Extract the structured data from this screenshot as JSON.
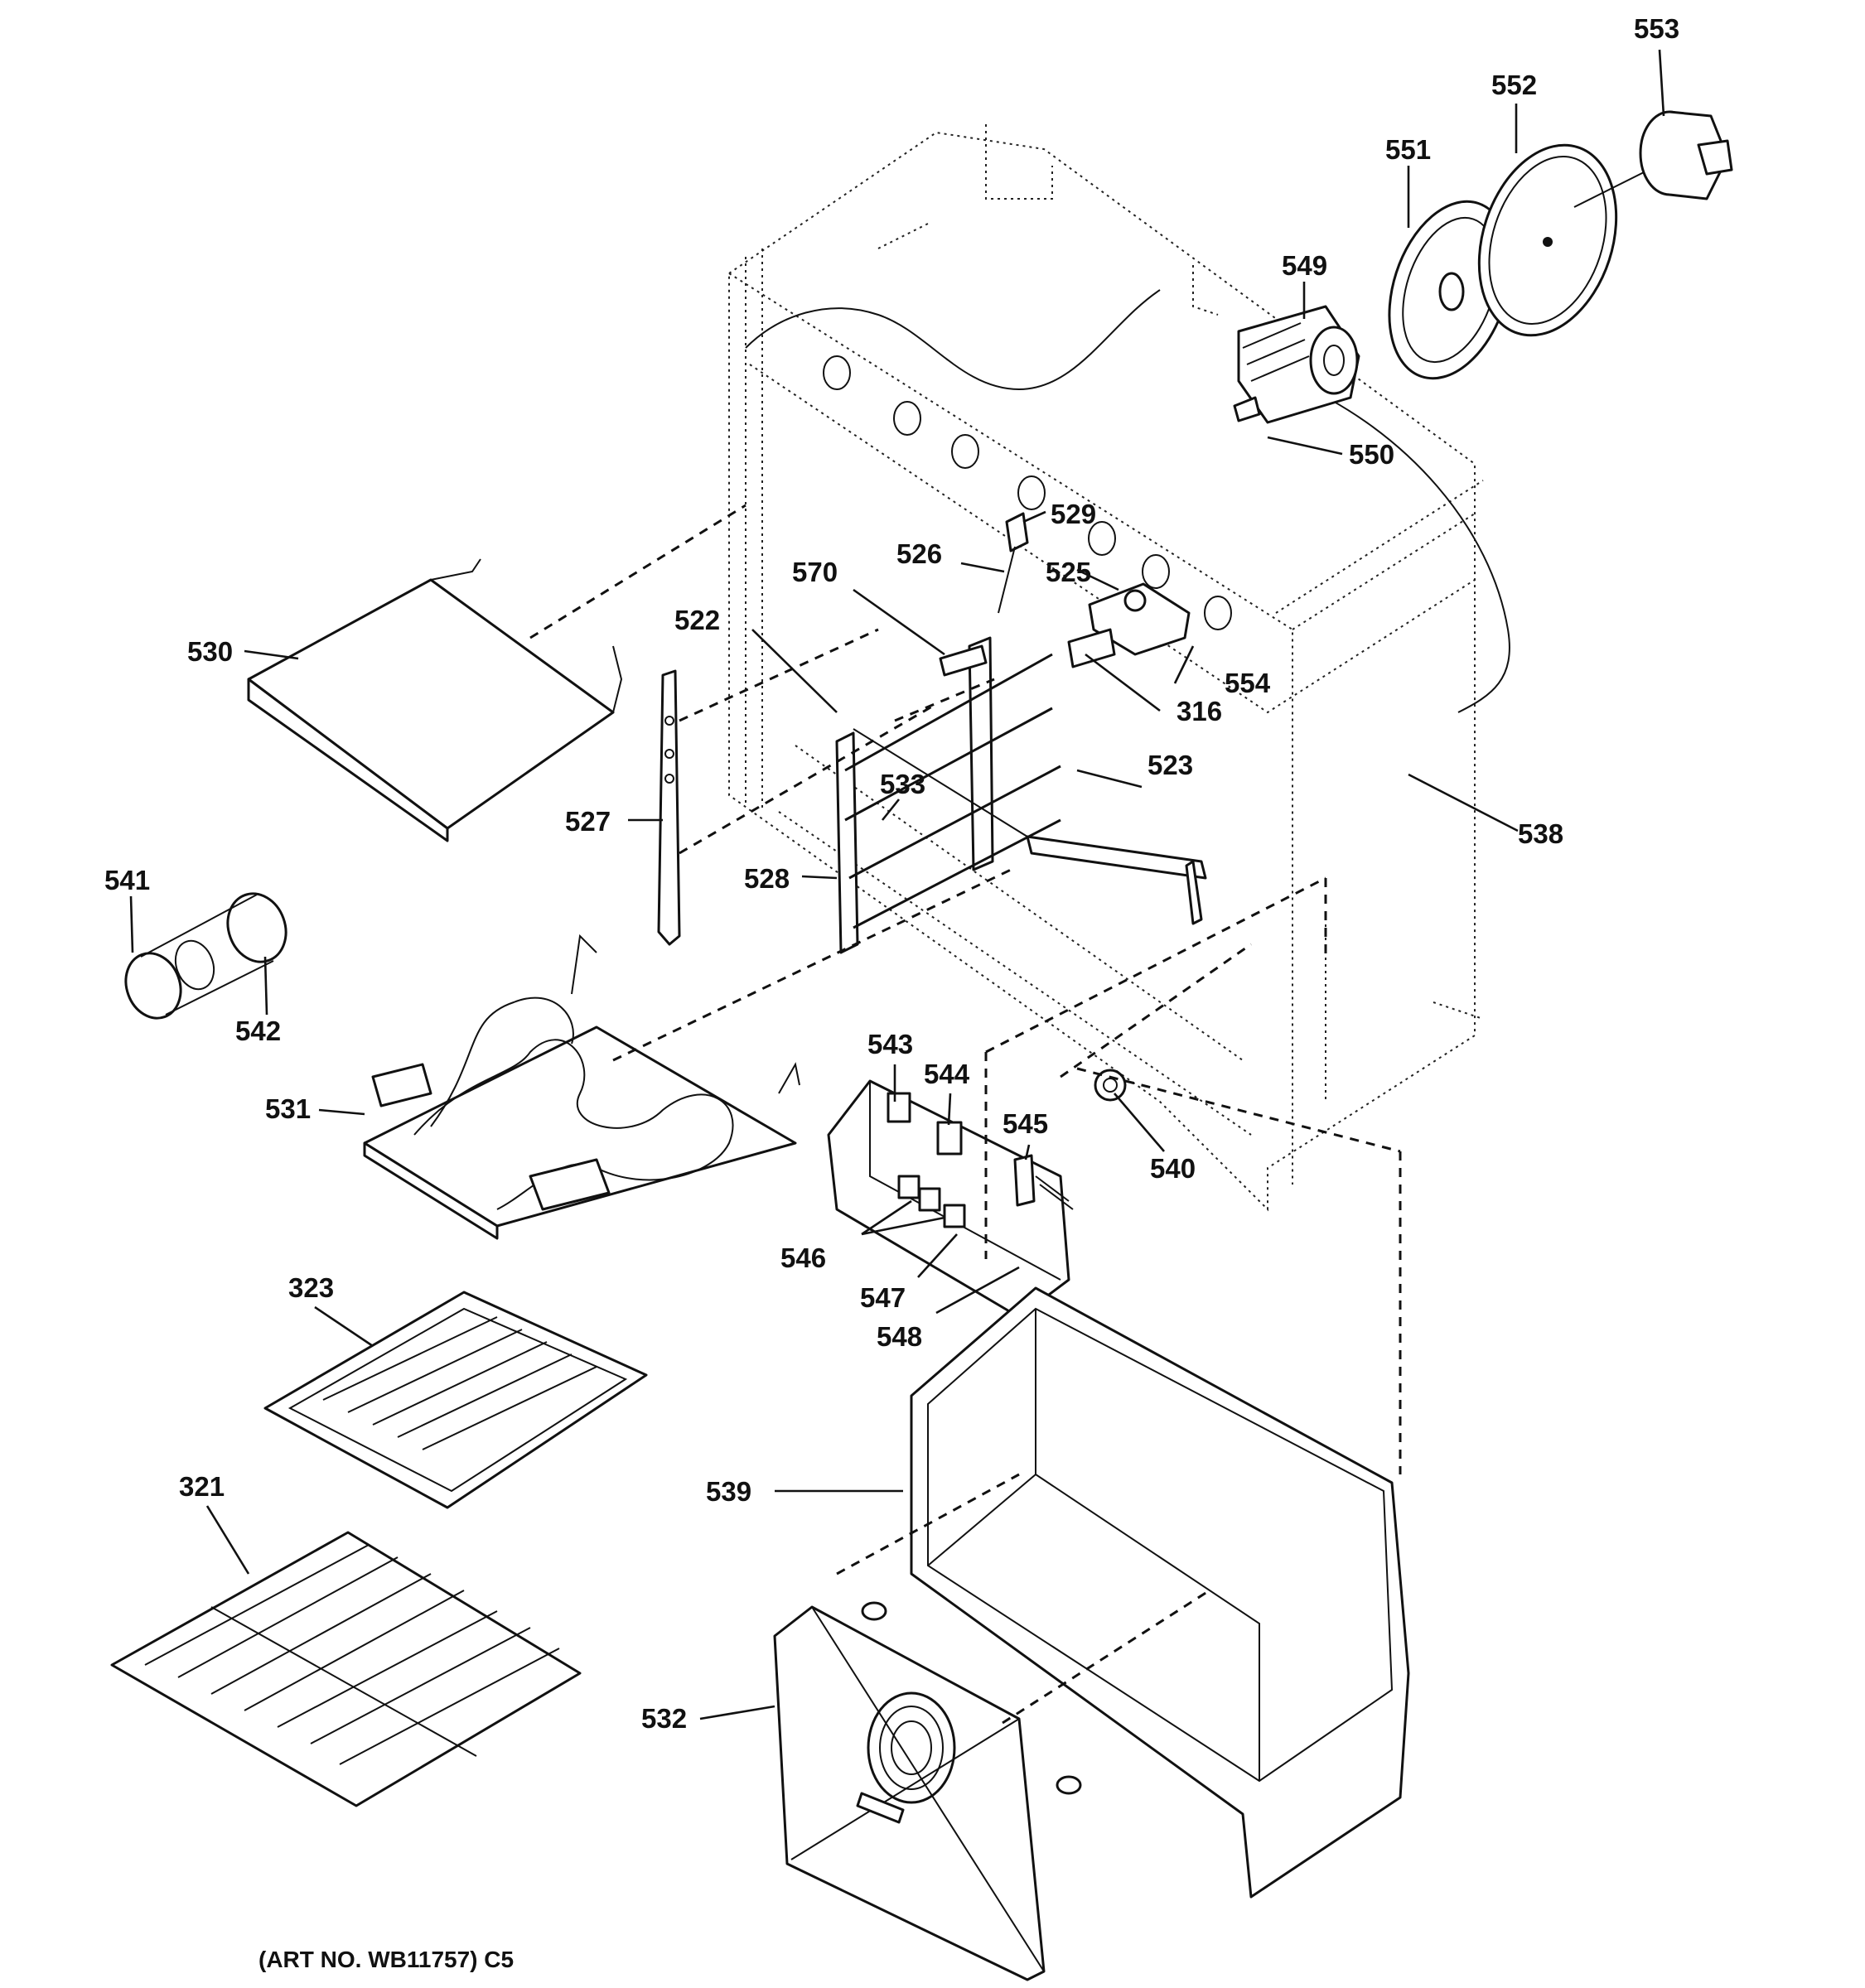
{
  "figure_note": "(ART NO. WB11757) C5",
  "callouts": [
    {
      "id": "c553",
      "label": "553"
    },
    {
      "id": "c552",
      "label": "552"
    },
    {
      "id": "c551",
      "label": "551"
    },
    {
      "id": "c549",
      "label": "549"
    },
    {
      "id": "c550",
      "label": "550"
    },
    {
      "id": "c529",
      "label": "529"
    },
    {
      "id": "c526",
      "label": "526"
    },
    {
      "id": "c525",
      "label": "525"
    },
    {
      "id": "c570",
      "label": "570"
    },
    {
      "id": "c522",
      "label": "522"
    },
    {
      "id": "c530",
      "label": "530"
    },
    {
      "id": "c554",
      "label": "554"
    },
    {
      "id": "c316",
      "label": "316"
    },
    {
      "id": "c523",
      "label": "523"
    },
    {
      "id": "c533",
      "label": "533"
    },
    {
      "id": "c527",
      "label": "527"
    },
    {
      "id": "c538",
      "label": "538"
    },
    {
      "id": "c541",
      "label": "541"
    },
    {
      "id": "c528",
      "label": "528"
    },
    {
      "id": "c542",
      "label": "542"
    },
    {
      "id": "c543",
      "label": "543"
    },
    {
      "id": "c544",
      "label": "544"
    },
    {
      "id": "c545",
      "label": "545"
    },
    {
      "id": "c531",
      "label": "531"
    },
    {
      "id": "c540",
      "label": "540"
    },
    {
      "id": "c546",
      "label": "546"
    },
    {
      "id": "c547",
      "label": "547"
    },
    {
      "id": "c548",
      "label": "548"
    },
    {
      "id": "c323",
      "label": "323"
    },
    {
      "id": "c321",
      "label": "321"
    },
    {
      "id": "c539",
      "label": "539"
    },
    {
      "id": "c532",
      "label": "532"
    }
  ]
}
